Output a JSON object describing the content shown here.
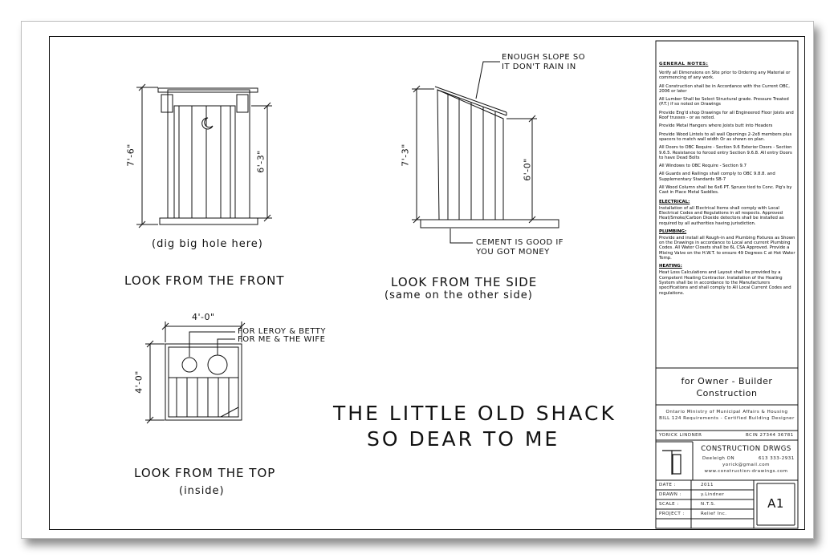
{
  "drawing": {
    "title_line1": "THE LITTLE OLD SHACK",
    "title_line2": "SO DEAR TO ME"
  },
  "front_view": {
    "caption": "LOOK FROM THE FRONT",
    "note": "(dig big hole here)",
    "dim_height_overall": "7'-6\"",
    "dim_height_door": "6'-3\""
  },
  "side_view": {
    "caption": "LOOK FROM THE SIDE",
    "subcaption": "(same on the other side)",
    "dim_height_front": "7'-3\"",
    "dim_height_back": "6'-0\"",
    "note_slope_line1": "ENOUGH SLOPE SO",
    "note_slope_line2": "IT DON'T RAIN IN",
    "note_cement_line1": "CEMENT IS GOOD IF",
    "note_cement_line2": "YOU GOT MONEY"
  },
  "top_view": {
    "caption": "LOOK FROM THE TOP",
    "subcaption": "(inside)",
    "dim_width": "4'-0\"",
    "dim_depth": "4'-0\"",
    "note_seat1": "FOR LEROY & BETTY",
    "note_seat2": "FOR ME & THE WIFE"
  },
  "title_block": {
    "notes_heading": "GENERAL NOTES:",
    "notes": [
      "Verify all Dimensions on Site prior to Ordering any Material or commencing of any work.",
      "All Construction shall be in Accordance with the Current OBC, 2006 or later",
      "All Lumber Shall be Select Structural grade. Pressure Treated (P.T.) if so noted on Drawings",
      "Provide Eng'd shop Drawings for all Engineered Floor Joists and Roof trusses - or as noted.",
      "Provide Metal Hangers where Joists butt into Headers",
      "Provide Wood Lintels to all wall Openings 2-2x8 members plus spacers to match wall width Or as shown on plan.",
      "All Doors to OBC Require - Section 9.6 Exterior Doors - Section 9.6.5. Resistance to forced entry Section 9.6.8. All entry Doors to have Dead Bolts",
      "All Windows to OBC Require - Section 9.7",
      "All Guards and Railings shall comply to OBC 9.8.8. and Supplementary Standards SB-7",
      "All Wood Column shall be 6x6 PT. Spruce tied to Conc. Pig's by Cast in Place Metal Saddles."
    ],
    "electrical_heading": "ELECTRICAL:",
    "electrical_text": "Installation of all Electrical Items shall comply with Local Electrical Codes and Regulations in all respects. Approved Heat/Smoke/Carbon Dioxide detectors shall be installed as required by all authorities having jurisdiction.",
    "plumbing_heading": "PLUMBING:",
    "plumbing_text": "Provide and install all Rough-in and Plumbing Fixtures as Shown on the Drawings in accordance to Local and current Plumbing Codes. All Water Closets shall be 6L CSA Approved. Provide a Mixing Valve on the H.W.T. to ensure 49 Degrees C at Hot Water Temp.",
    "heating_heading": "HEATING:",
    "heating_text": "Heat Loss Calculations and Layout shall be provided by a Competent Heating Contractor. Installation of the Heating System shall be in accordance to the Manufacturers specifications and shall comply to All Local Current Codes and regulations.",
    "owner_line1": "for Owner - Builder",
    "owner_line2": "Construction",
    "ministry_line1": "Ontario Ministry of Municipal Affairs & Housing",
    "ministry_line2": "BILL 124 Requirements - Certified Building Designer",
    "designer_name": "YORICK LINDNER",
    "bcin": "BCIN 27344 36781",
    "firm_name": "CONSTRUCTION DRWGS",
    "firm_city": "Deeleigh ON",
    "firm_phone": "613 333-2931",
    "firm_email": "yorick@gmail.com",
    "firm_web": "www.construction-drawings.com",
    "date_label": "DATE :",
    "date_value": "2011",
    "drawn_label": "DRAWN :",
    "drawn_value": "y.Lindner",
    "scale_label": "SCALE :",
    "scale_value": "N.T.S.",
    "project_label": "PROJECT :",
    "project_value": "Relief Inc.",
    "sheet_number": "A1"
  }
}
